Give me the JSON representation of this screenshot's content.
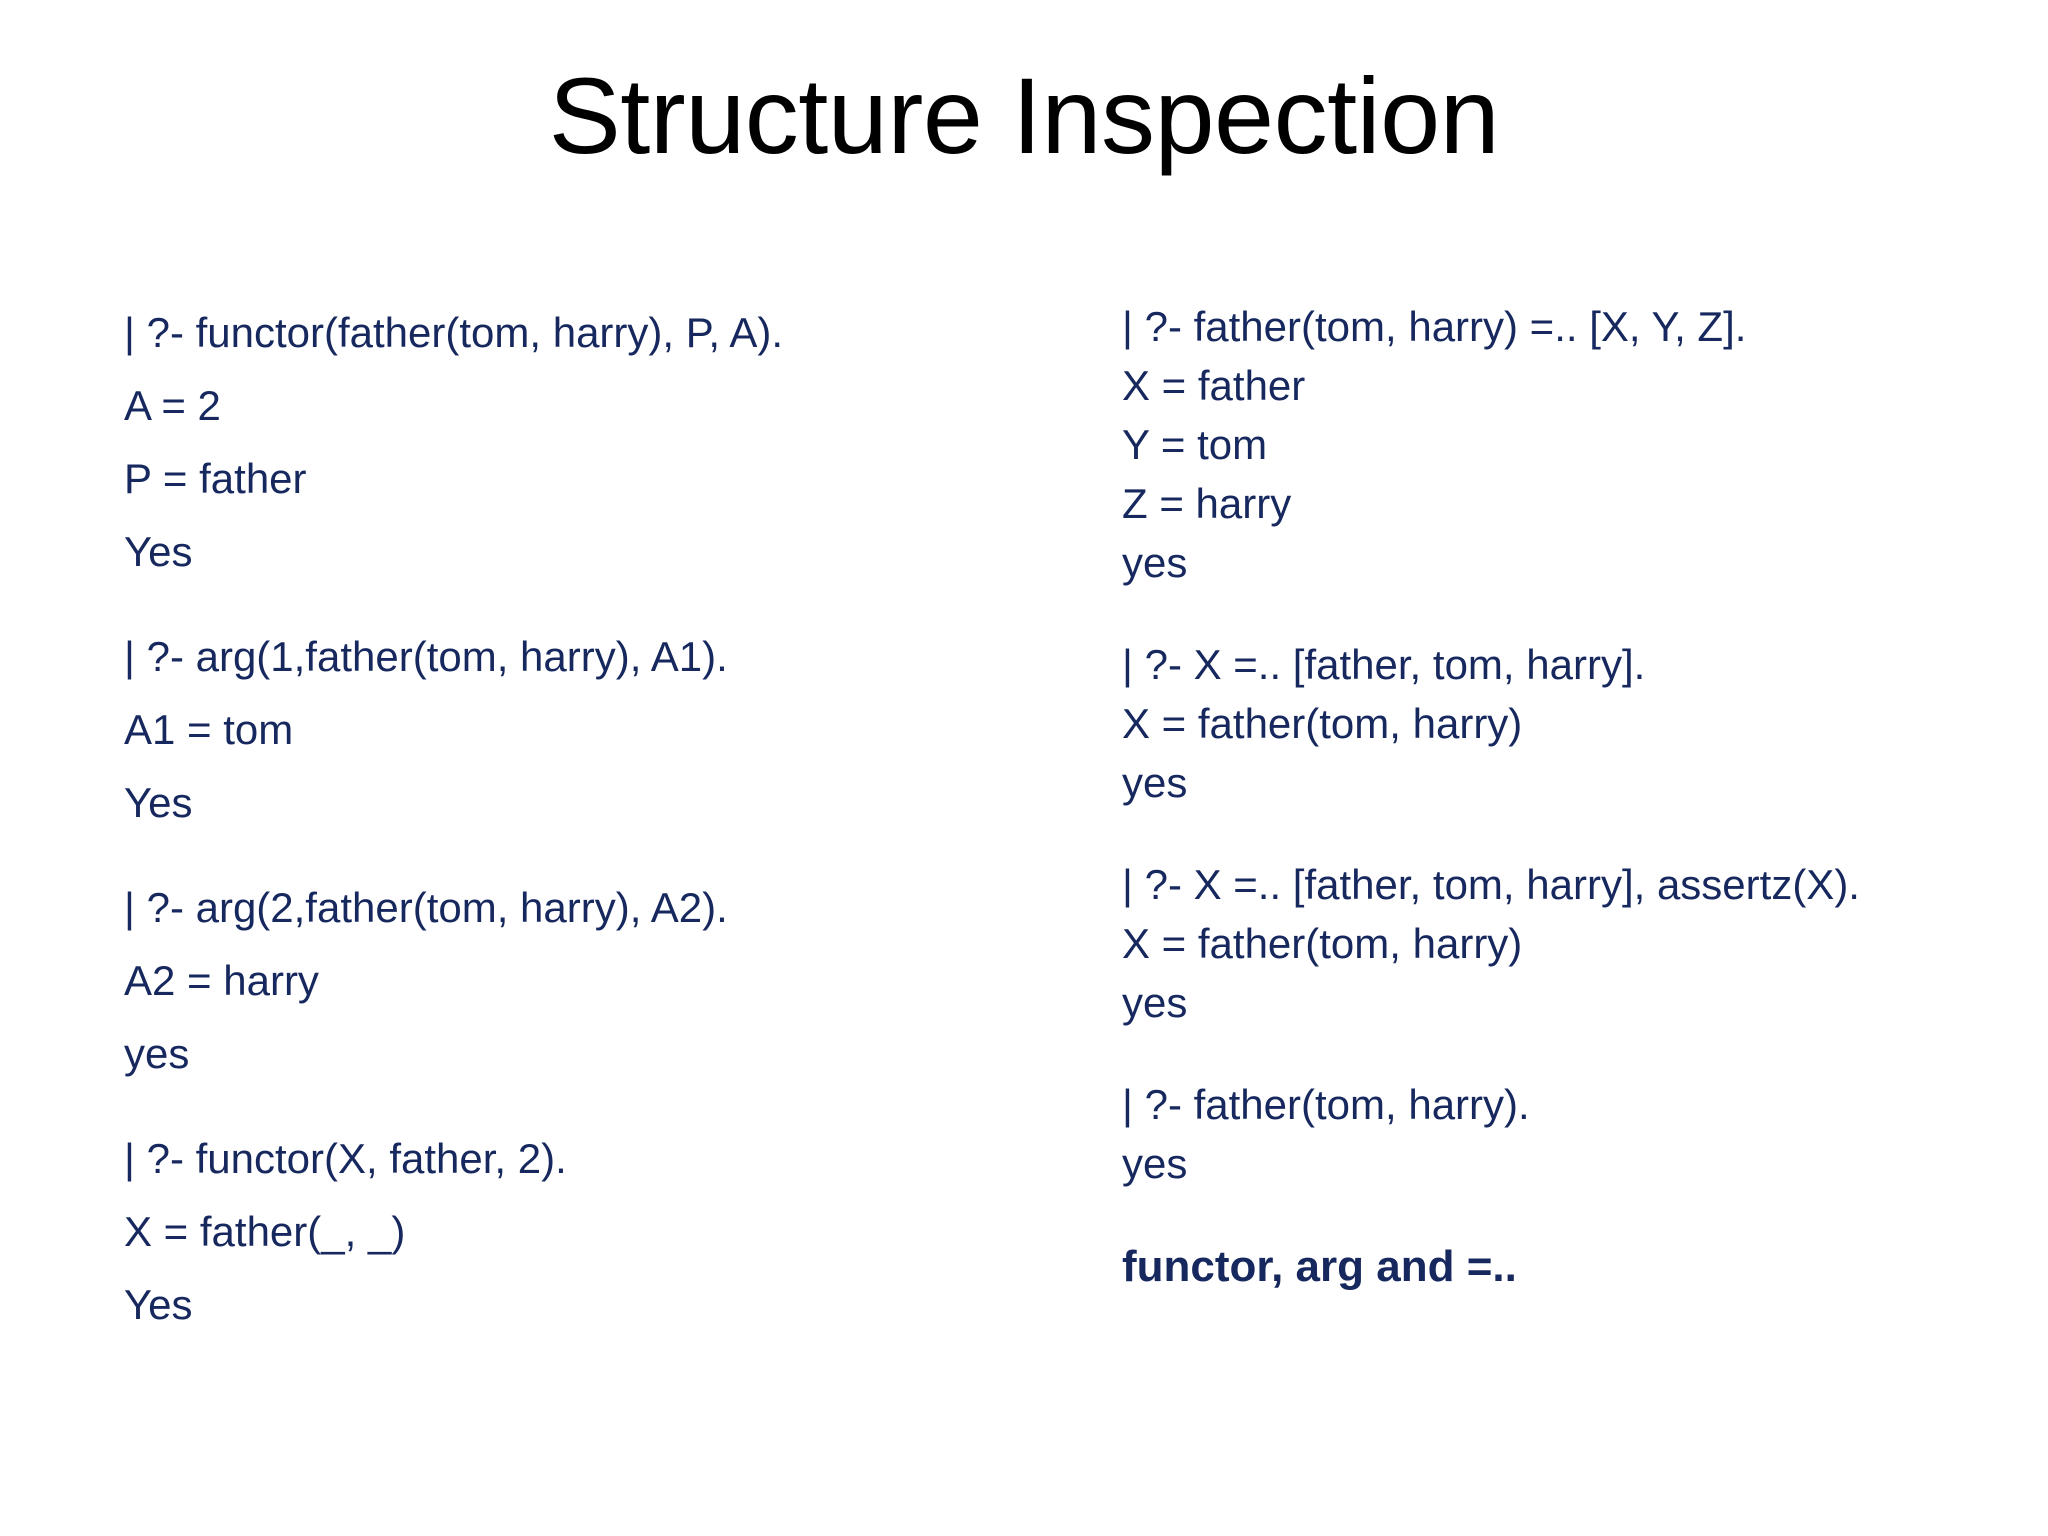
{
  "slide": {
    "title": "Structure Inspection",
    "title_color": "#000000",
    "body_color": "#16285e",
    "background_color": "#ffffff"
  },
  "left_column": {
    "blocks": [
      {
        "name": "functor-query-block",
        "lines": [
          "| ?- functor(father(tom, harry), P, A).",
          "A = 2",
          "P = father",
          "Yes"
        ]
      },
      {
        "name": "arg1-query-block",
        "lines": [
          "| ?- arg(1,father(tom, harry), A1).",
          "A1 = tom",
          "Yes"
        ]
      },
      {
        "name": "arg2-query-block",
        "lines": [
          "| ?- arg(2,father(tom, harry), A2).",
          "A2 = harry",
          "yes"
        ]
      },
      {
        "name": "functor-construct-block",
        "lines": [
          "| ?- functor(X, father, 2).",
          "X = father(_, _)",
          "Yes"
        ]
      }
    ]
  },
  "right_column": {
    "blocks": [
      {
        "name": "univ-decompose-block",
        "lines": [
          "| ?- father(tom, harry) =.. [X, Y, Z].",
          "X = father",
          "Y = tom",
          "Z = harry",
          "yes"
        ]
      },
      {
        "name": "univ-construct-block",
        "lines": [
          "| ?- X =.. [father, tom, harry].",
          "X = father(tom, harry)",
          "yes"
        ]
      },
      {
        "name": "univ-assertz-block",
        "lines": [
          "| ?- X =.. [father, tom, harry], assertz(X).",
          "X = father(tom, harry)",
          "yes"
        ]
      },
      {
        "name": "father-fact-query-block",
        "lines": [
          "| ?- father(tom, harry).",
          "yes"
        ]
      }
    ],
    "footer": "functor, arg and =.."
  }
}
